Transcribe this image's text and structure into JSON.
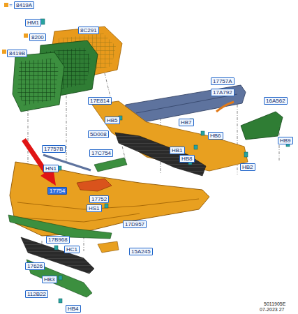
{
  "diagram": {
    "labels": [
      "=",
      "8419A",
      "HM1",
      "8200",
      "8C291",
      "8419B",
      "17757A",
      "17A792",
      "17E814",
      "16A562",
      "HB5",
      "HB7",
      "HB6",
      "5D008",
      "HB9",
      "17757B",
      "17C754",
      "HB1",
      "HB8",
      "HN1",
      "HB2",
      "17754",
      "17752",
      "HS1",
      "17D957",
      "17B968",
      "HC1",
      "15A245",
      "17626",
      "HB3",
      "112B22",
      "HB4",
      "5011905E",
      "07-2023 27"
    ]
  }
}
